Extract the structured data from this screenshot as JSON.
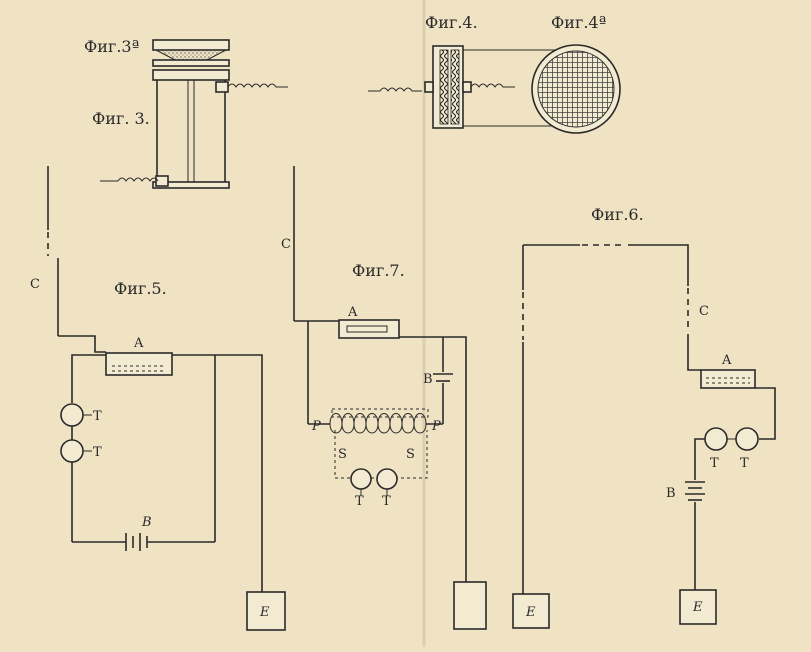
{
  "figures": {
    "fig3a": "Фиг.3ª",
    "fig3": "Фиг. 3.",
    "fig4": "Фиг.4.",
    "fig4a": "Фиг.4ª",
    "fig5": "Фиг.5.",
    "fig6": "Фиг.6.",
    "fig7": "Фиг.7."
  },
  "fig5_labels": {
    "C": "C",
    "A": "A",
    "T1": "T",
    "T2": "T",
    "B": "B",
    "E": "E"
  },
  "fig7_labels": {
    "C": "C",
    "A": "A",
    "B": "B",
    "P1": "P",
    "P2": "P",
    "S1": "S",
    "S2": "S",
    "T1": "T",
    "T2": "T"
  },
  "fig6_labels": {
    "C": "C",
    "A": "A",
    "T1": "T",
    "T2": "T",
    "B": "B",
    "E1": "E",
    "E2": "E"
  }
}
